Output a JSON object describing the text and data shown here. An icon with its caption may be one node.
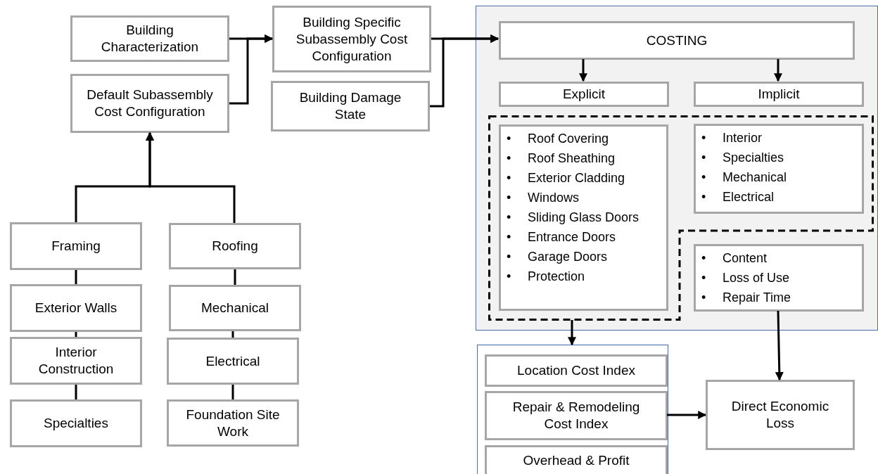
{
  "diagram": {
    "nodes": [
      {
        "text": [
          "Building Characterization"
        ]
      },
      {
        "text": [
          "Default Subassembly Cost Configuration"
        ]
      },
      {
        "text": [
          "Building Specific Subassembly Cost Configuration"
        ]
      },
      {
        "text": [
          "Building Damage State"
        ]
      },
      {
        "text": [],
        "shape": "box"
      },
      {
        "text": [
          "COSTING"
        ],
        "in": 4
      },
      {
        "text": [
          "Explicit"
        ],
        "in": 4
      },
      {
        "text": [
          "Implicit"
        ],
        "in": 4
      },
      {
        "text": [],
        "shape": "box",
        "in": 4
      },
      {
        "text": [
          "• Roof Covering",
          "• Roof Sheathing",
          "• Exterior Cladding",
          "• Windows",
          "• Sliding Glass Doors",
          "• Entrance Doors",
          "• Garage Doors",
          "• Protection"
        ],
        "in": 8
      },
      {
        "text": [
          "• Interior",
          "• Specialties",
          "• Mechanical",
          "• Electrical"
        ],
        "in": 8
      },
      {
        "text": [
          "• Content",
          "• Loss of Use",
          "• Repair Time"
        ],
        "in": 4
      },
      {
        "text": [],
        "shape": "box"
      },
      {
        "text": [
          "Location Cost Index"
        ],
        "in": 12
      },
      {
        "text": [
          "Repair & Remodeling Cost Index"
        ],
        "in": 12
      },
      {
        "text": [
          "Overhead & Profit"
        ],
        "in": 12
      },
      {
        "text": [
          "Direct Economic Loss"
        ]
      },
      {
        "text": [
          "Framing"
        ]
      },
      {
        "text": [
          "Exterior Walls"
        ]
      },
      {
        "text": [
          "Interior Construction"
        ]
      },
      {
        "text": [
          "Specialties"
        ]
      },
      {
        "text": [
          "Roofing"
        ]
      },
      {
        "text": [
          "Mechanical"
        ]
      },
      {
        "text": [
          "Electrical"
        ]
      },
      {
        "text": [
          "Foundation Site Work"
        ]
      }
    ],
    "edges": [
      {
        "from": 0,
        "to": 2,
        "arrow": "to"
      },
      {
        "from": 1,
        "to": 2,
        "arrow": "to"
      },
      {
        "from": 2,
        "to": 5,
        "arrow": "to"
      },
      {
        "from": 3,
        "to": 5,
        "arrow": "to"
      },
      {
        "from": 5,
        "to": 6,
        "arrow": "to"
      },
      {
        "from": 5,
        "to": 7,
        "arrow": "to"
      },
      {
        "from": 8,
        "to": 12,
        "arrow": "to"
      },
      {
        "from": 11,
        "to": 16,
        "arrow": "to"
      },
      {
        "from": 14,
        "to": 16,
        "arrow": "to"
      },
      {
        "from": 17,
        "to": 1,
        "arrow": "to"
      },
      {
        "from": 21,
        "to": 1,
        "arrow": "to"
      },
      {
        "from": 17,
        "to": 18,
        "arrow": "none"
      },
      {
        "from": 18,
        "to": 19,
        "arrow": "none"
      },
      {
        "from": 19,
        "to": 20,
        "arrow": "none"
      },
      {
        "from": 21,
        "to": 22,
        "arrow": "none"
      },
      {
        "from": 22,
        "to": 23,
        "arrow": "none"
      },
      {
        "from": 23,
        "to": 24,
        "arrow": "none"
      }
    ]
  }
}
